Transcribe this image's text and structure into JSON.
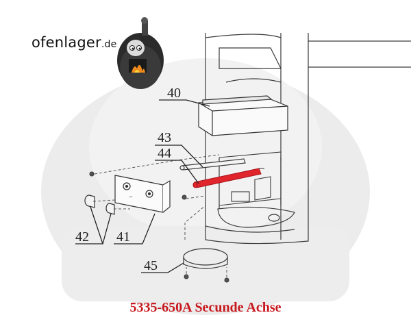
{
  "logo": {
    "brand": "ofenlager",
    "tld": ".de"
  },
  "callouts": {
    "p40": "40",
    "p41": "41",
    "p42": "42",
    "p43": "43",
    "p44": "44",
    "p45": "45"
  },
  "caption": "5335-650A Secunde Achse",
  "colors": {
    "highlight": "#e0262c",
    "caption": "#c8191f",
    "watermark": "#e6e6e6",
    "line": "#333333"
  }
}
